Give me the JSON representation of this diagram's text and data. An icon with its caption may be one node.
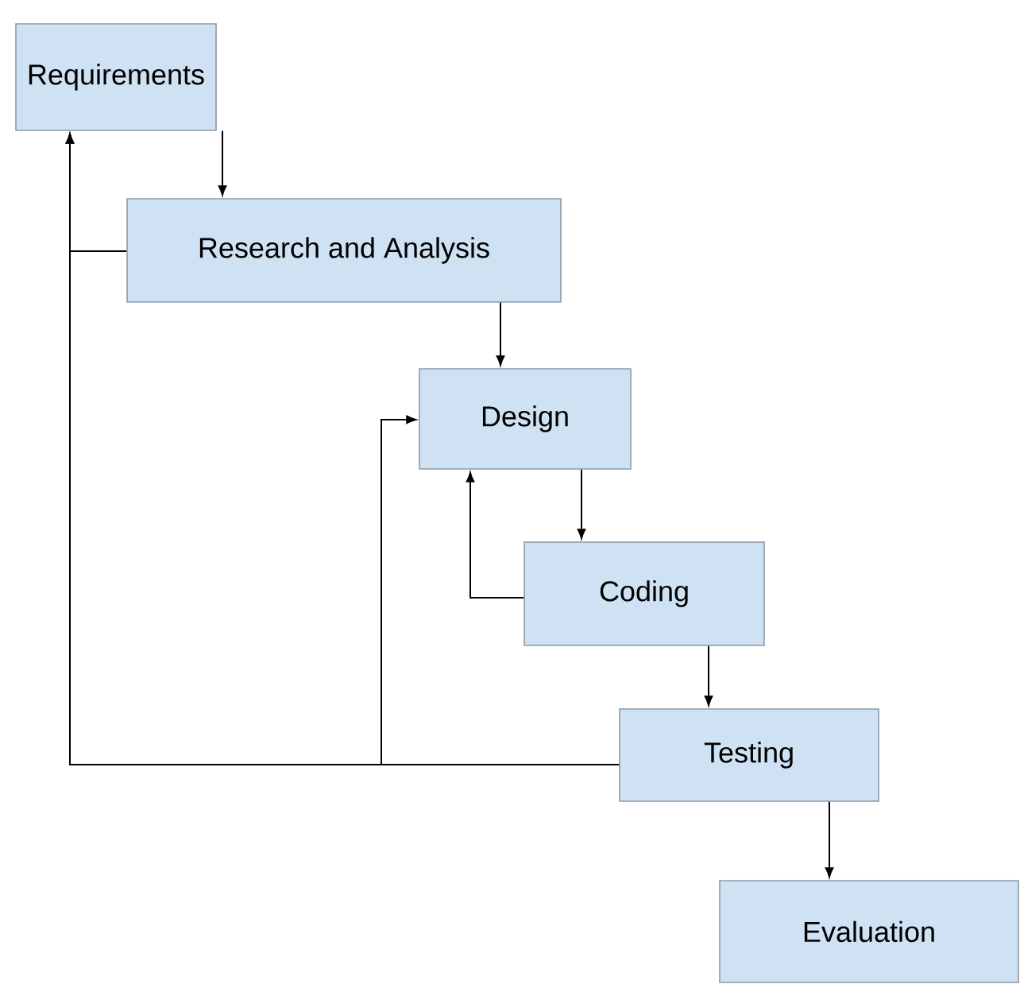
{
  "diagram": {
    "nodes": [
      {
        "text": [
          "Requirements"
        ]
      },
      {
        "text": [
          "Research and Analysis"
        ]
      },
      {
        "text": [
          "Design"
        ]
      },
      {
        "text": [
          "Coding"
        ]
      },
      {
        "text": [
          "Testing"
        ]
      },
      {
        "text": [
          "Evaluation"
        ]
      }
    ],
    "edges": [
      {
        "from": 0,
        "to": 1,
        "arrow": "to"
      },
      {
        "from": 1,
        "to": 0,
        "arrow": "to"
      },
      {
        "from": 1,
        "to": 2,
        "arrow": "to"
      },
      {
        "from": 2,
        "to": 3,
        "arrow": "to"
      },
      {
        "from": 3,
        "to": 2,
        "arrow": "to"
      },
      {
        "from": 3,
        "to": 4,
        "arrow": "to"
      },
      {
        "from": 4,
        "to": 0,
        "arrow": "to"
      },
      {
        "from": 4,
        "to": 2,
        "arrow": "to"
      },
      {
        "from": 4,
        "to": 5,
        "arrow": "to"
      }
    ]
  }
}
